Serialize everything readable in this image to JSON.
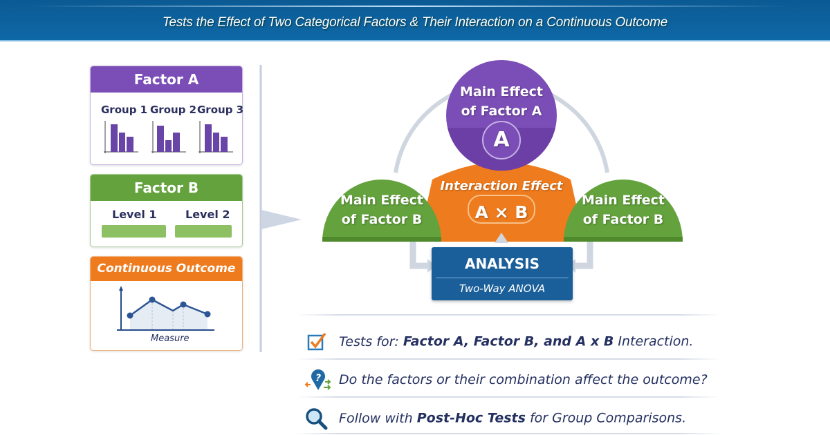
{
  "banner": {
    "subtitle": "Tests the Effect of Two Categorical Factors & Their Interaction on a Continuous Outcome"
  },
  "factor_a": {
    "title": "Factor A",
    "groups": [
      "Group 1",
      "Group 2",
      "Group 3"
    ],
    "color": "#7b4db6"
  },
  "factor_b": {
    "title": "Factor B",
    "levels": [
      "Level 1",
      "Level 2"
    ],
    "color": "#63a23c"
  },
  "outcome": {
    "title": "Continuous Outcome",
    "axis_label": "Measure",
    "color": "#ee7b1e"
  },
  "diagram": {
    "main_a": {
      "line1": "Main Effect",
      "line2": "of Factor A",
      "badge": "A"
    },
    "interaction": {
      "title": "Interaction Effect",
      "badge": "A × B"
    },
    "main_b_left": {
      "line1": "Main Effect",
      "line2": "of Factor B"
    },
    "main_b_right": {
      "line1": "Main Effect",
      "line2": "of Factor B"
    },
    "analysis": {
      "title": "ANALYSIS",
      "subtitle": "Two-Way ANOVA"
    }
  },
  "notes": [
    {
      "icon": "checkbox-icon",
      "prefix": "Tests for: ",
      "bold": "Factor A, Factor B, and A x B",
      "suffix": " Interaction."
    },
    {
      "icon": "question-location-icon",
      "prefix": "Do the factors or their combination affect the outcome?",
      "bold": "",
      "suffix": ""
    },
    {
      "icon": "magnifier-icon",
      "prefix": "Follow with ",
      "bold": "Post-Hoc Tests",
      "suffix": " for Group Comparisons."
    }
  ]
}
